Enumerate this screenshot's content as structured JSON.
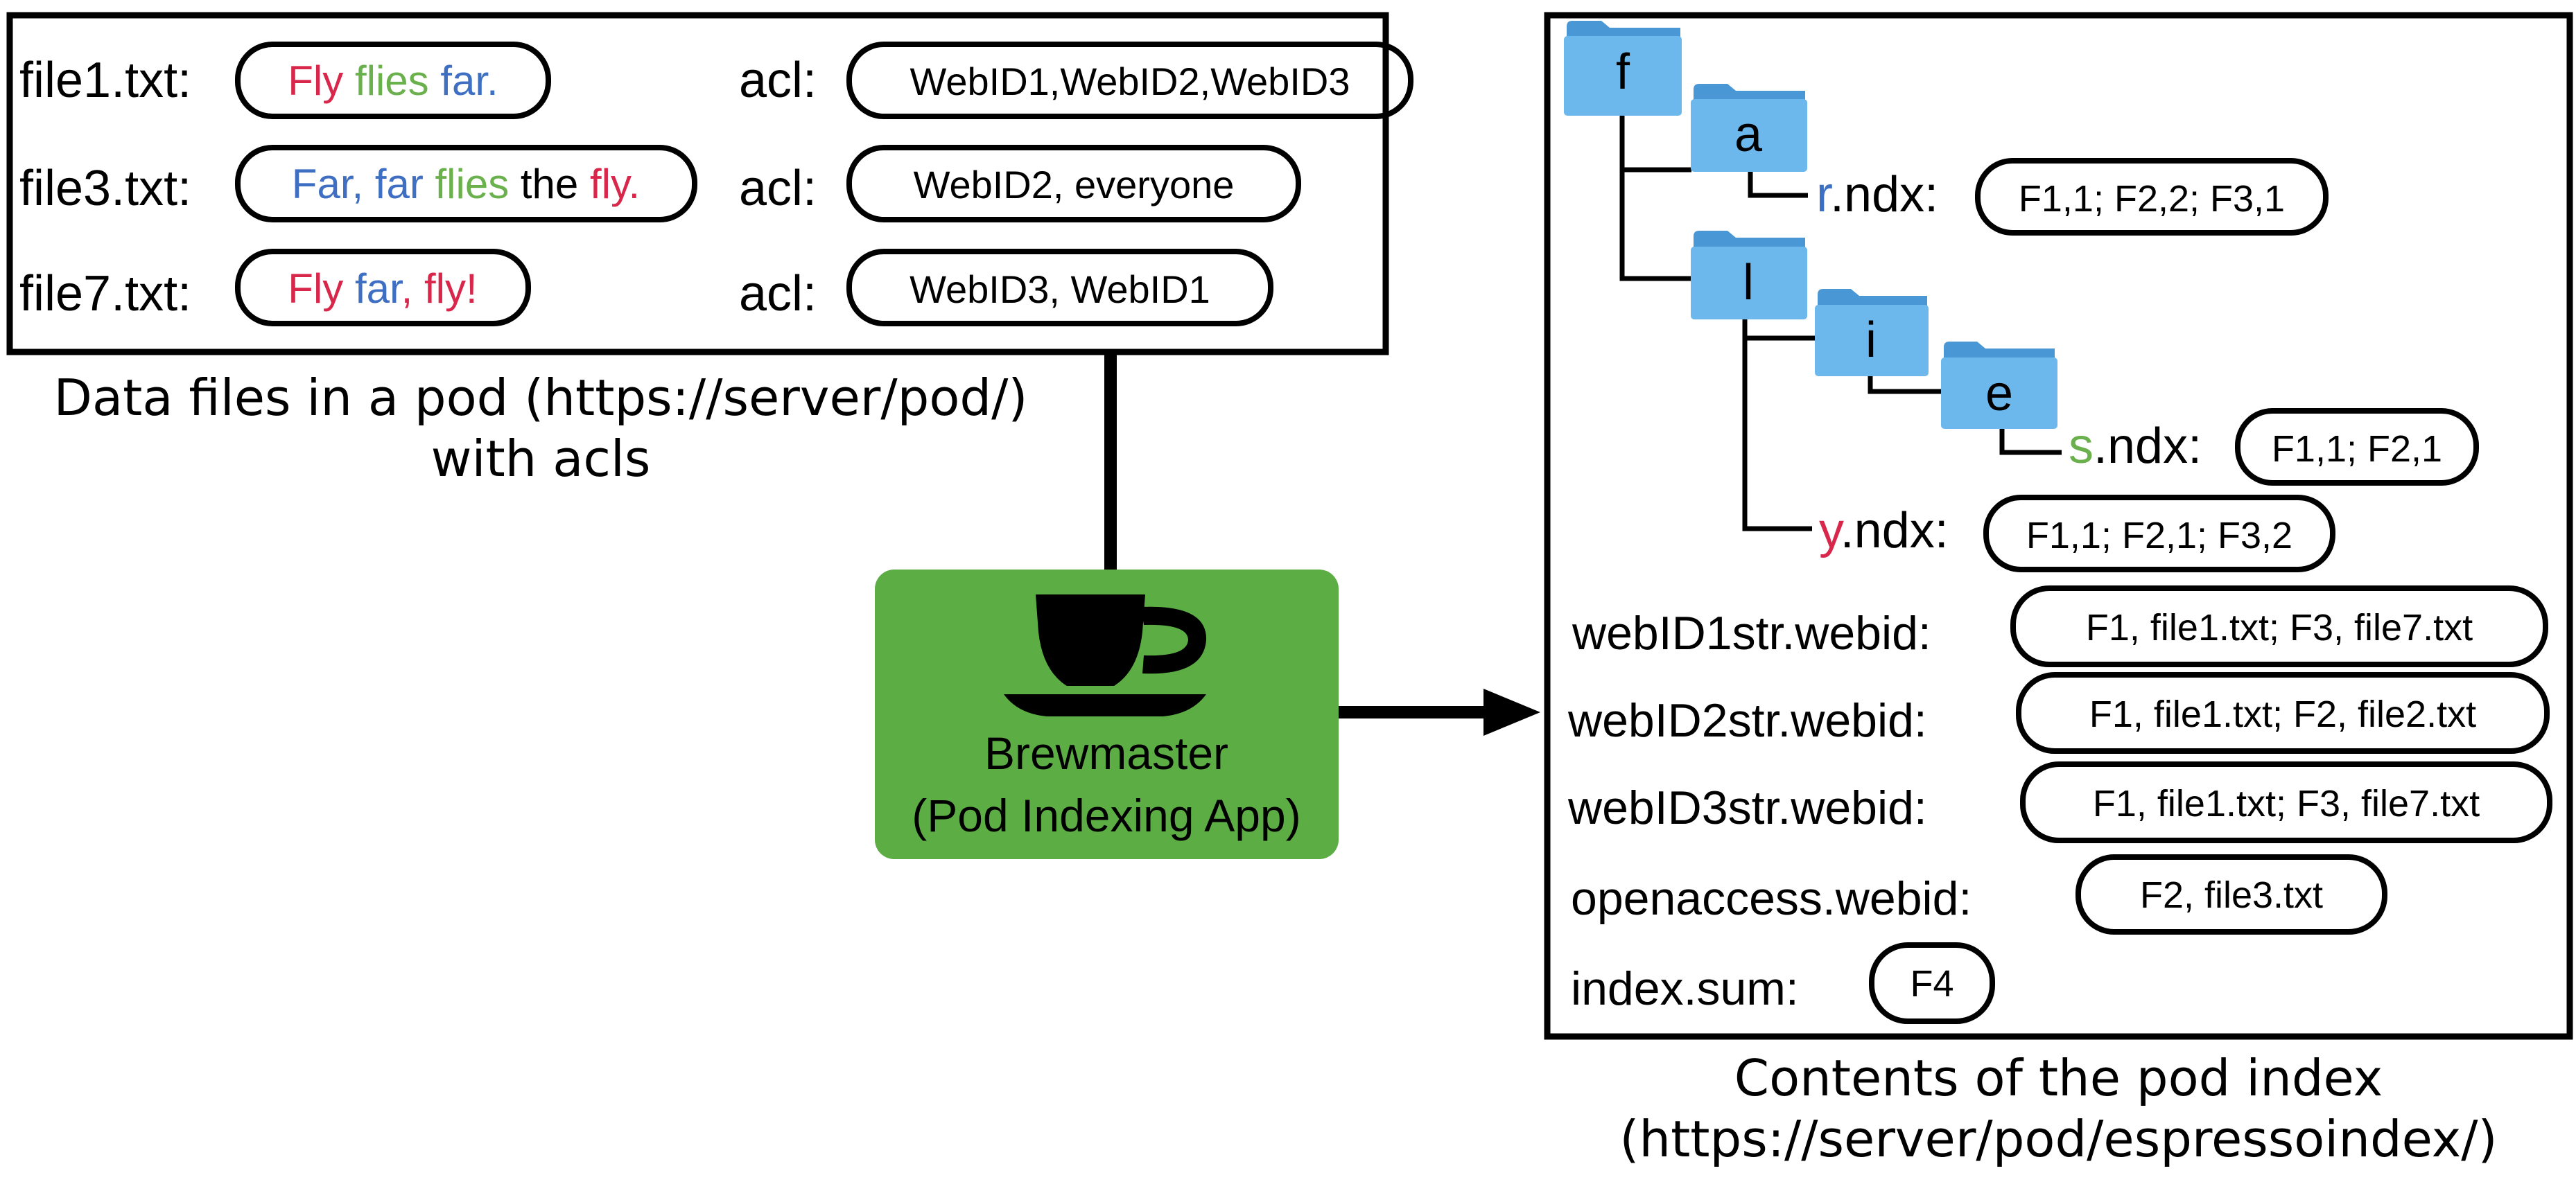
{
  "colors": {
    "red": "#d8274a",
    "green": "#6ab04c",
    "blue": "#3f6fc3",
    "black": "#000000",
    "app_box": "#5cad44",
    "folder": "#6cb8ec",
    "folder_tab": "#4a97d6"
  },
  "data_files": {
    "caption": [
      "Data files in a pod (https://server/pod/)",
      "with acls"
    ],
    "rows": [
      {
        "name": "file1.txt:",
        "text": [
          {
            "t": "Fly ",
            "c": "red"
          },
          {
            "t": "flies ",
            "c": "green"
          },
          {
            "t": "far.",
            "c": "blue"
          }
        ],
        "acl_label": "acl:",
        "acl": "WebID1,WebID2,WebID3"
      },
      {
        "name": "file3.txt:",
        "text": [
          {
            "t": "Far, far ",
            "c": "blue"
          },
          {
            "t": "flies ",
            "c": "green"
          },
          {
            "t": "the ",
            "c": "black"
          },
          {
            "t": "fly.",
            "c": "red"
          }
        ],
        "acl_label": "acl:",
        "acl": "WebID2, everyone"
      },
      {
        "name": "file7.txt:",
        "text": [
          {
            "t": "Fly ",
            "c": "red"
          },
          {
            "t": "far",
            "c": "blue"
          },
          {
            "t": ", fly!",
            "c": "red"
          }
        ],
        "acl_label": "acl:",
        "acl": "WebID3, WebID1"
      }
    ]
  },
  "app": {
    "name": "Brewmaster",
    "subtitle": "(Pod Indexing App)",
    "icon": "coffee-cup-icon"
  },
  "index": {
    "caption": [
      "Contents of the pod index",
      "(https://server/pod/espressoindex/)"
    ],
    "folders": {
      "f": "f",
      "a": "a",
      "l": "l",
      "i": "i",
      "e": "e"
    },
    "ndx_files": [
      {
        "id": "r",
        "letter": "r",
        "letter_color": "blue",
        "suffix": ".ndx:",
        "value": "F1,1; F2,2; F3,1"
      },
      {
        "id": "s",
        "letter": "s",
        "letter_color": "green",
        "suffix": ".ndx:",
        "value": "F1,1; F2,1"
      },
      {
        "id": "y",
        "letter": "y",
        "letter_color": "red",
        "suffix": ".ndx:",
        "value": "F1,1; F2,1; F3,2"
      }
    ],
    "entries": [
      {
        "label": "webID1str.webid:",
        "value": "F1, file1.txt; F3, file7.txt"
      },
      {
        "label": "webID2str.webid:",
        "value": "F1, file1.txt; F2, file2.txt"
      },
      {
        "label": "webID3str.webid:",
        "value": "F1, file1.txt; F3, file7.txt"
      },
      {
        "label": "openaccess.webid:",
        "value": "F2, file3.txt"
      },
      {
        "label": "index.sum:",
        "value": "F4"
      }
    ]
  }
}
